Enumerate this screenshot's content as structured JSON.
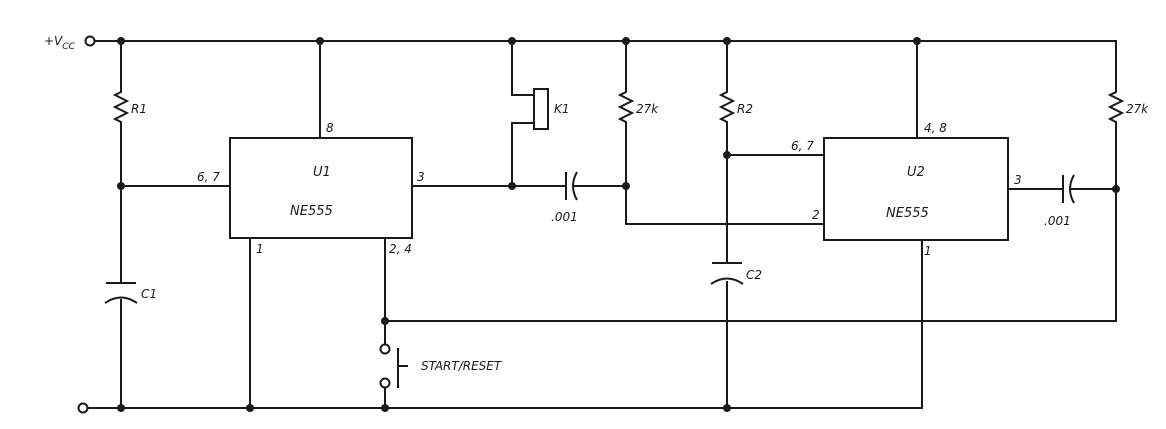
{
  "supply": {
    "label": "+V",
    "subscript": "CC"
  },
  "components": {
    "r1": "R1",
    "r2": "R2",
    "c1": "C1",
    "c2": "C2",
    "k1": "K1",
    "r_pullup_1": "27k",
    "r_pullup_2": "27k",
    "cap_couple_1": ".001",
    "cap_couple_2": ".001",
    "switch": "START/RESET"
  },
  "ic_u1": {
    "name": "U1",
    "part": "NE555",
    "pins": {
      "p8": "8",
      "p67": "6, 7",
      "p3": "3",
      "p1": "1",
      "p24": "2, 4"
    }
  },
  "ic_u2": {
    "name": "U2",
    "part": "NE555",
    "pins": {
      "p48": "4, 8",
      "p67": "6, 7",
      "p2": "2",
      "p3": "3",
      "p1": "1"
    }
  }
}
